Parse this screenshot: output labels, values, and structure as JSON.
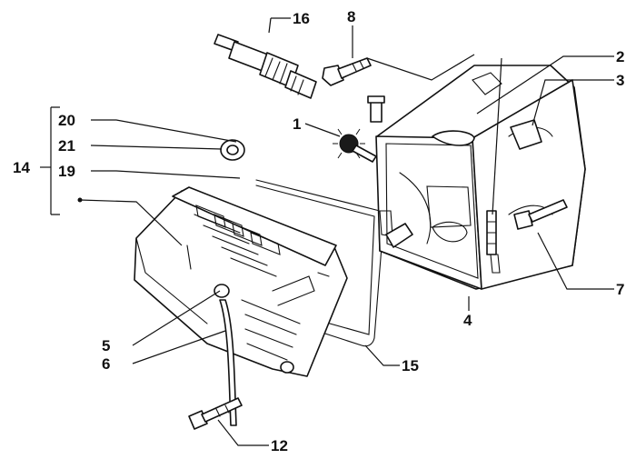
{
  "callouts": {
    "c1": "1",
    "c2": "2",
    "c3": "3",
    "c4": "4",
    "c5": "5",
    "c6": "6",
    "c7": "7",
    "c8": "8",
    "c12": "12",
    "c14": "14",
    "c15": "15",
    "c16": "16",
    "c19": "19",
    "c20": "20",
    "c21": "21"
  },
  "colors": {
    "ink": "#111111",
    "background": "#ffffff"
  }
}
